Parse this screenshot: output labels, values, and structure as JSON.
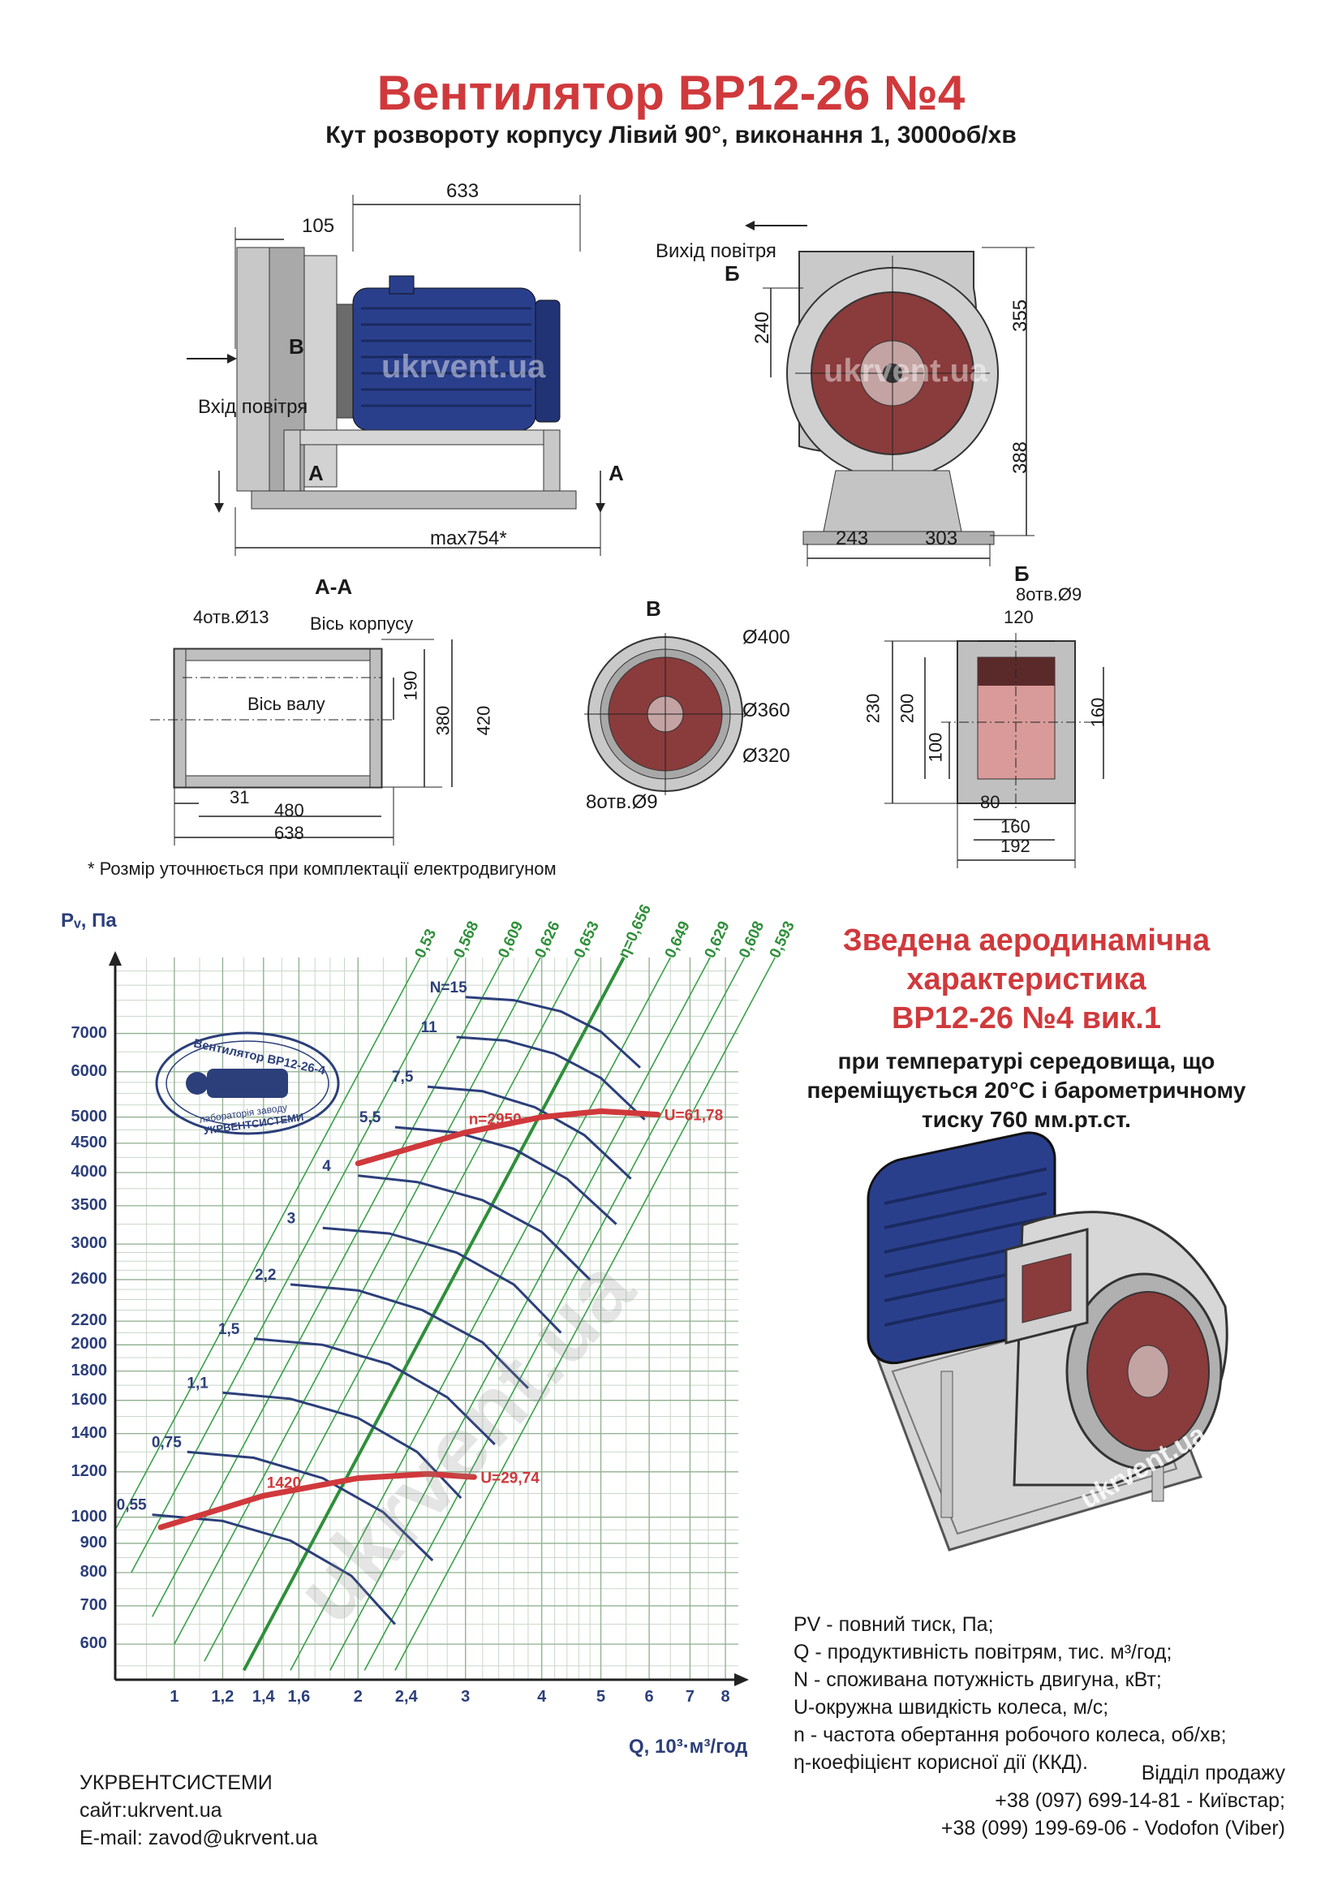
{
  "header": {
    "title": "Вентилятор  ВР12-26 №4",
    "subtitle": "Кут розвороту корпусу Лівий 90°, виконання 1, 3000об/хв"
  },
  "drawings": {
    "side": {
      "dim_633": "633",
      "dim_105": "105",
      "dim_max": "max754*",
      "label_b": "В",
      "label_a1": "А",
      "label_a2": "А",
      "inlet": "Вхід повітря",
      "watermark": "ukrvent.ua"
    },
    "front": {
      "outlet": "Вихід повітря",
      "label_b": "Б",
      "dim_240": "240",
      "dim_355": "355",
      "dim_388": "388",
      "dim_243": "243",
      "dim_303": "303",
      "watermark": "ukrvent.ua"
    },
    "section_aa": {
      "title": "А-А",
      "holes": "4отв.Ø13",
      "axis_body": "Вісь корпусу",
      "axis_shaft": "Вісь валу",
      "dim_190": "190",
      "dim_380": "380",
      "dim_420": "420",
      "dim_31": "31",
      "dim_480": "480",
      "dim_638": "638"
    },
    "view_v": {
      "title": "В",
      "d400": "Ø400",
      "d360": "Ø360",
      "d320": "Ø320",
      "holes": "8отв.Ø9"
    },
    "view_b": {
      "title": "Б",
      "holes": "8отв.Ø9",
      "dim_120": "120",
      "dim_230": "230",
      "dim_200": "200",
      "dim_100": "100",
      "dim_160v": "160",
      "dim_80": "80",
      "dim_160h": "160",
      "dim_192": "192"
    },
    "note": "* Розмір уточнюється при комплектації електродвигуном"
  },
  "chart_data": {
    "type": "line",
    "ylabel": "Pᵥ, Па",
    "xlabel": "Q, 10³·м³/год",
    "x_scale": "log",
    "y_scale": "log",
    "xlim": [
      0.8,
      8.4
    ],
    "ylim": [
      520,
      9500
    ],
    "x_ticks": [
      1,
      1.2,
      1.4,
      1.6,
      2,
      2.4,
      3,
      4,
      5,
      6,
      7,
      8
    ],
    "x_tick_labels": [
      "1",
      "1,2",
      "1,4",
      "1,6",
      "2",
      "2,4",
      "3",
      "4",
      "5",
      "6",
      "7",
      "8"
    ],
    "y_ticks": [
      600,
      700,
      800,
      900,
      1000,
      1200,
      1400,
      1600,
      1800,
      2000,
      2200,
      2600,
      3000,
      3500,
      4000,
      4500,
      5000,
      6000,
      7000
    ],
    "grid": true,
    "stamp": {
      "top": "Вентилятор ВР12-26-4",
      "bottom1": "лабораторія заводу",
      "bottom2": "УКРВЕНТСИСТЕМИ"
    },
    "watermark": "ukrvent.ua",
    "speed_curves": [
      {
        "label": "n=2950",
        "end_label": "U=61,78",
        "x": [
          2.0,
          3.0,
          4.0,
          5.0,
          6.2
        ],
        "y": [
          4150,
          4700,
          5000,
          5120,
          5050
        ]
      },
      {
        "label": "1420",
        "end_label": "U=29,74",
        "x": [
          0.95,
          1.4,
          2.0,
          2.6,
          3.1
        ],
        "y": [
          960,
          1090,
          1170,
          1190,
          1175
        ]
      }
    ],
    "power_curves": [
      {
        "label": "N=15",
        "x": [
          3.0,
          3.6,
          4.3,
          5.0,
          5.8
        ],
        "y": [
          8100,
          8000,
          7650,
          7050,
          6100
        ]
      },
      {
        "label": "11",
        "x": [
          2.9,
          3.5,
          4.2,
          5.0,
          5.9
        ],
        "y": [
          6900,
          6800,
          6450,
          5850,
          4950
        ]
      },
      {
        "label": "7,5",
        "x": [
          2.6,
          3.2,
          3.9,
          4.7,
          5.6
        ],
        "y": [
          5650,
          5550,
          5200,
          4650,
          3900
        ]
      },
      {
        "label": "5,5",
        "x": [
          2.3,
          2.9,
          3.6,
          4.4,
          5.3
        ],
        "y": [
          4800,
          4700,
          4400,
          3900,
          3250
        ]
      },
      {
        "label": "4",
        "x": [
          2.0,
          2.5,
          3.2,
          4.0,
          4.8
        ],
        "y": [
          3950,
          3850,
          3580,
          3150,
          2600
        ]
      },
      {
        "label": "3",
        "x": [
          1.75,
          2.25,
          2.9,
          3.6,
          4.3
        ],
        "y": [
          3200,
          3130,
          2900,
          2550,
          2100
        ]
      },
      {
        "label": "2,2",
        "x": [
          1.55,
          2.0,
          2.55,
          3.2,
          3.8
        ],
        "y": [
          2550,
          2490,
          2300,
          2020,
          1680
        ]
      },
      {
        "label": "1,5",
        "x": [
          1.35,
          1.75,
          2.25,
          2.8,
          3.35
        ],
        "y": [
          2050,
          2000,
          1850,
          1620,
          1340
        ]
      },
      {
        "label": "1,1",
        "x": [
          1.2,
          1.55,
          2.0,
          2.5,
          2.95
        ],
        "y": [
          1650,
          1610,
          1490,
          1300,
          1080
        ]
      },
      {
        "label": "0,75",
        "x": [
          1.05,
          1.35,
          1.75,
          2.2,
          2.65
        ],
        "y": [
          1300,
          1270,
          1170,
          1020,
          840
        ]
      },
      {
        "label": "0,55",
        "x": [
          0.92,
          1.2,
          1.55,
          1.95,
          2.3
        ],
        "y": [
          1010,
          985,
          910,
          790,
          650
        ]
      }
    ],
    "efficiency_lines": [
      {
        "label": "0,53",
        "x0": 0.8,
        "y0": 950
      },
      {
        "label": "0,568",
        "x0": 0.85,
        "y0": 800
      },
      {
        "label": "0,609",
        "x0": 0.92,
        "y0": 670
      },
      {
        "label": "0,626",
        "x0": 1.0,
        "y0": 600
      },
      {
        "label": "0,653",
        "x0": 1.12,
        "y0": 560
      },
      {
        "label": "η=0,656",
        "x0": 1.3,
        "y0": 540,
        "highlight": true
      },
      {
        "label": "0,649",
        "x0": 1.55,
        "y0": 540
      },
      {
        "label": "0,629",
        "x0": 1.8,
        "y0": 540
      },
      {
        "label": "0,608",
        "x0": 2.05,
        "y0": 540
      },
      {
        "label": "0,593",
        "x0": 2.3,
        "y0": 540
      }
    ]
  },
  "aero": {
    "line1": "Зведена аеродинамічна",
    "line2": "характеристика",
    "line3": "ВР12-26 №4 вик.1",
    "cond1": "при температурі середовища, що",
    "cond2": "переміщується 20°С і барометричному",
    "cond3": "тиску 760 мм.рт.ст."
  },
  "render_watermark": "ukrvent.ua",
  "legend": [
    "PV - повний тиск, Па;",
    "Q - продуктивність повітрям, тис. м³/год;",
    "N - споживана потужність двигуна, кВт;",
    "U-окружна швидкість колеса, м/с;",
    "n - частота обертання робочого колеса, об/хв;",
    "η-коефіцієнт корисної дії (ККД)."
  ],
  "company": {
    "name": "УКРВЕНТСИСТЕМИ",
    "site": "сайт:ukrvent.ua",
    "email": "E-mail: zavod@ukrvent.ua"
  },
  "sales": {
    "title": "Відділ продажу",
    "phone1": "+38 (097) 699-14-81 - Київстар;",
    "phone2": "+38 (099) 199-69-06 - Vodofon (Viber)"
  },
  "colors": {
    "title_red": "#d0393c",
    "power_blue": "#2c3f7a",
    "efficiency_green": "#3aa04a",
    "speed_red": "#d0393c",
    "motor_blue": "#2a3f8c",
    "housing_gray": "#b8b8b8",
    "wheel_red": "#8a3b3b"
  }
}
